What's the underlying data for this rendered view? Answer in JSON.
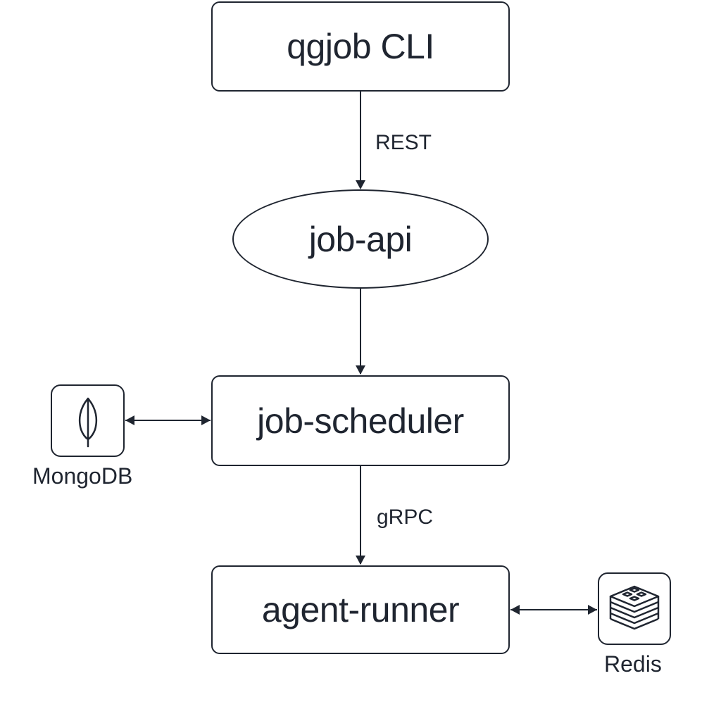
{
  "nodes": {
    "cli": {
      "label": "qgjob CLI",
      "shape": "rounded-rect"
    },
    "api": {
      "label": "job-api",
      "shape": "ellipse"
    },
    "scheduler": {
      "label": "job-scheduler",
      "shape": "rounded-rect"
    },
    "runner": {
      "label": "agent-runner",
      "shape": "rounded-rect"
    }
  },
  "stores": {
    "mongodb": {
      "label": "MongoDB",
      "icon": "mongodb-leaf-icon"
    },
    "redis": {
      "label": "Redis",
      "icon": "redis-stack-icon"
    }
  },
  "edges": [
    {
      "from": "cli",
      "to": "api",
      "label": "REST",
      "direction": "one-way"
    },
    {
      "from": "api",
      "to": "scheduler",
      "label": "",
      "direction": "one-way"
    },
    {
      "from": "scheduler",
      "to": "runner",
      "label": "gRPC",
      "direction": "one-way"
    },
    {
      "from": "mongodb",
      "to": "scheduler",
      "label": "",
      "direction": "two-way"
    },
    {
      "from": "runner",
      "to": "redis",
      "label": "",
      "direction": "two-way"
    }
  ],
  "colors": {
    "stroke": "#1f2530",
    "text": "#1f2530",
    "background": "#ffffff"
  }
}
